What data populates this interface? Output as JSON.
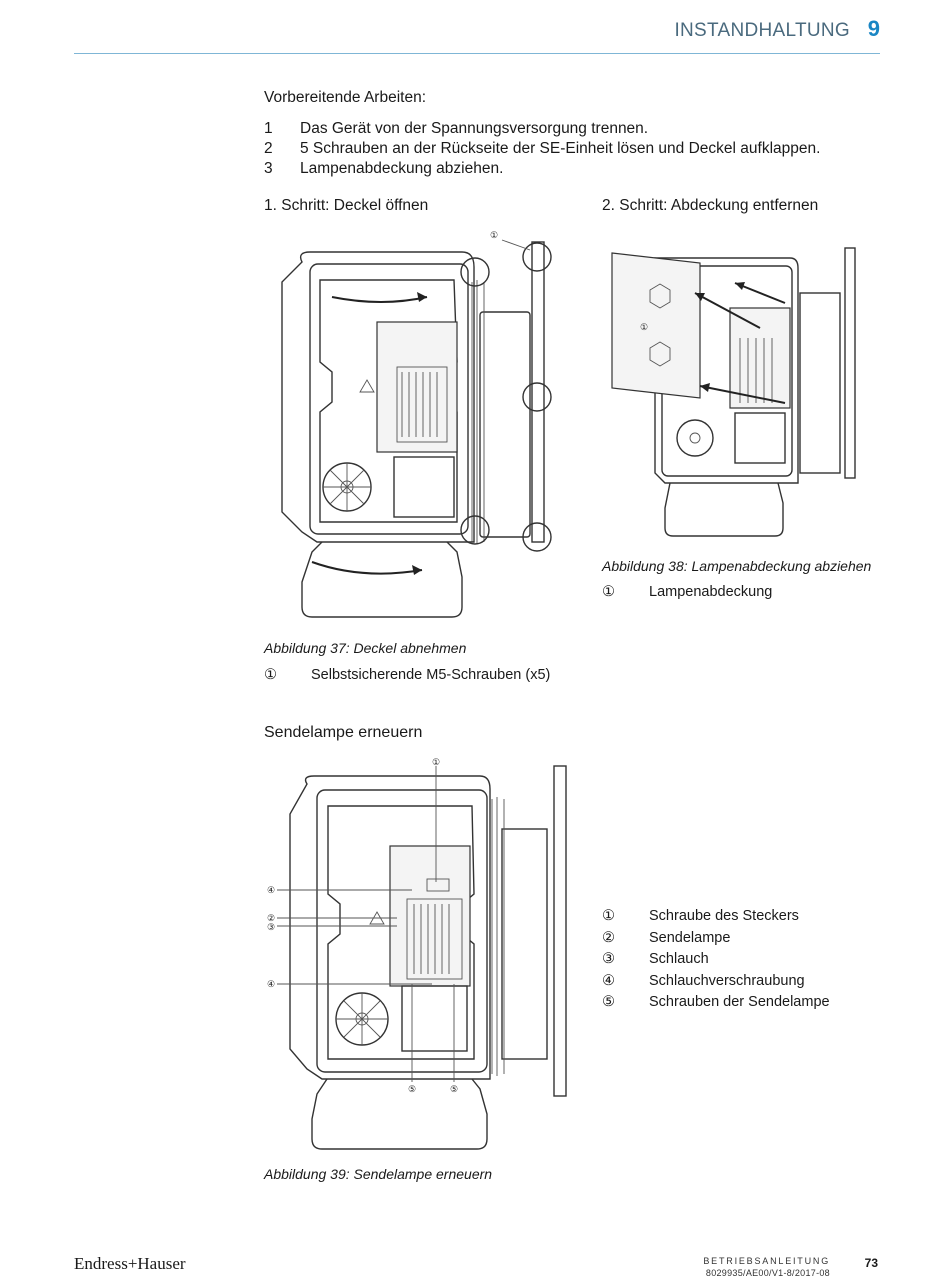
{
  "header": {
    "title": "INSTANDHALTUNG",
    "chapter": "9"
  },
  "prep": {
    "title": "Vorbereitende Arbeiten",
    "colon": ":",
    "steps": [
      {
        "num": "1",
        "text": "Das Gerät von der Spannungsversorgung trennen."
      },
      {
        "num": "2",
        "text": "5 Schrauben an der Rückseite der SE-Einheit lösen und Deckel aufklappen."
      },
      {
        "num": "3",
        "text": "Lampenabdeckung abziehen."
      }
    ]
  },
  "step1": {
    "heading": "1. Schritt: Deckel öffnen",
    "caption": "Abbildung 37: Deckel abnehmen",
    "legend": {
      "marker": "①",
      "text": "Selbstsicherende M5-Schrauben (x5)"
    },
    "callout": "①"
  },
  "step2": {
    "heading": "2. Schritt: Abdeckung entfernen",
    "caption": "Abbildung 38: Lampenabdeckung abziehen",
    "legend": {
      "marker": "①",
      "text": "Lampenabdeckung"
    },
    "callout": "①"
  },
  "section3": {
    "heading": "Sendelampe erneuern",
    "caption": "Abbildung 39: Sendelampe erneuern",
    "callouts": [
      "①",
      "②",
      "③",
      "④",
      "④",
      "⑤",
      "⑤"
    ],
    "legend": [
      {
        "marker": "①",
        "text": "Schraube des Steckers"
      },
      {
        "marker": "②",
        "text": "Sendelampe"
      },
      {
        "marker": "③",
        "text": "Schlauch"
      },
      {
        "marker": "④",
        "text": "Schlauchverschraubung"
      },
      {
        "marker": "⑤",
        "text": "Schrauben der Sendelampe"
      }
    ]
  },
  "footer": {
    "brand": "Endress+Hauser",
    "doc_type": "BETRIEBSANLEITUNG",
    "doc_id": "8029935/AE00/V1-8/2017-08",
    "page": "73"
  }
}
